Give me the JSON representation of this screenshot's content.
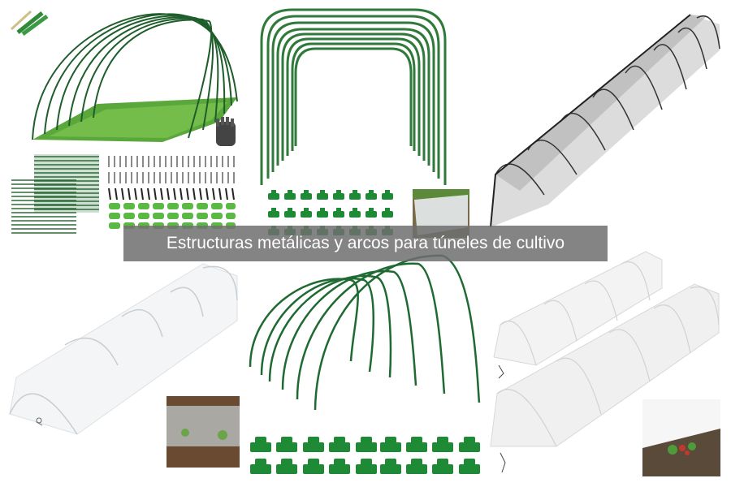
{
  "caption": {
    "text": "Estructuras metálicas y arcos para túneles de cultivo"
  },
  "colors": {
    "arch_green": "#2f7a3a",
    "clip_green": "#1f8a35",
    "caption_bg": "#6e6e6e",
    "caption_text": "#ffffff",
    "fabric_white": "#f2f2f2",
    "mesh_gray": "#9a9a9a"
  },
  "panels": [
    {
      "id": "tl",
      "label": "Green hoop tunnel over lettuce bed with stakes, clips and glove"
    },
    {
      "id": "tc",
      "label": "Rectangular green garden hoops with T-clips and netted tunnel inset"
    },
    {
      "id": "tr",
      "label": "Black mesh netting tunnel"
    },
    {
      "id": "bl",
      "label": "Clear plastic film grow tunnel with soil inset"
    },
    {
      "id": "bc",
      "label": "Round green arch hoops with T-clips"
    },
    {
      "id": "br",
      "label": "Two white fleece grow tunnels with strawberry inset"
    }
  ]
}
